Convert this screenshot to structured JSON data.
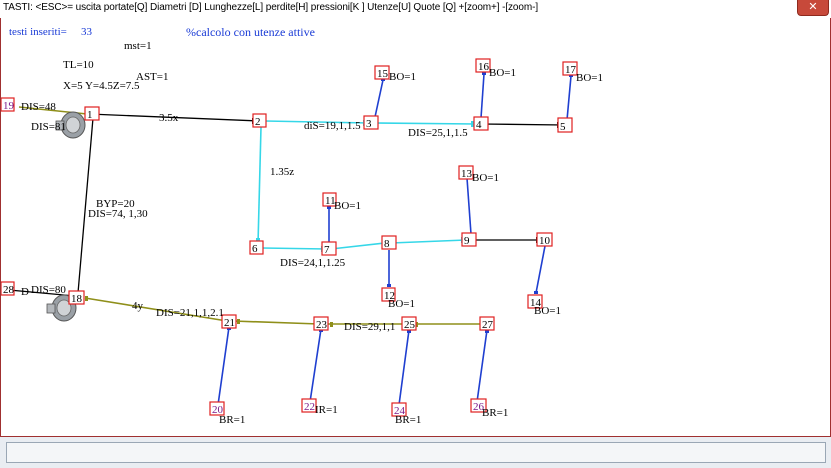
{
  "title_bar": {
    "text": "TASTI: <ESC>= uscita  portate[Q]   Diametri [D] Lunghezze[L] perdite[H] pressioni[K ]  Utenze[U]  Quote [Q] +[zoom+] -[zoom-]",
    "close_symbol": "✕"
  },
  "header": {
    "testi_label": "testi inseriti=",
    "testi_value": "33",
    "mode": "%calcolo con utenze attive"
  },
  "params": {
    "mst": "mst=1",
    "tl": "TL=10",
    "xy": "X=5   Y=4.5Z=7.5",
    "ast": "AST=1"
  },
  "nodes": [
    {
      "id": "1",
      "color": "black"
    },
    {
      "id": "2",
      "color": "black"
    },
    {
      "id": "3",
      "color": "black"
    },
    {
      "id": "4",
      "color": "black"
    },
    {
      "id": "5",
      "color": "black"
    },
    {
      "id": "6",
      "color": "black"
    },
    {
      "id": "7",
      "color": "black"
    },
    {
      "id": "8",
      "color": "black"
    },
    {
      "id": "9",
      "color": "black"
    },
    {
      "id": "10",
      "color": "black"
    },
    {
      "id": "11",
      "color": "black"
    },
    {
      "id": "12",
      "color": "black"
    },
    {
      "id": "13",
      "color": "black"
    },
    {
      "id": "14",
      "color": "black"
    },
    {
      "id": "15",
      "color": "black"
    },
    {
      "id": "16",
      "color": "black"
    },
    {
      "id": "17",
      "color": "black"
    },
    {
      "id": "18",
      "color": "black"
    },
    {
      "id": "19",
      "color": "purple"
    },
    {
      "id": "20",
      "color": "purple"
    },
    {
      "id": "21",
      "color": "black"
    },
    {
      "id": "22",
      "color": "purple"
    },
    {
      "id": "23",
      "color": "black"
    },
    {
      "id": "24",
      "color": "purple"
    },
    {
      "id": "25",
      "color": "black"
    },
    {
      "id": "26",
      "color": "purple"
    },
    {
      "id": "27",
      "color": "black"
    },
    {
      "id": "28",
      "color": "black"
    }
  ],
  "labels": {
    "dis48": "DIS=48",
    "dis81": "DIS=81",
    "len35x": "3.5x",
    "dis19": "diS=19,1,1.5",
    "dis25": "DIS=25,1,1.5",
    "len135z": "1.35z",
    "byp": "BYP=20",
    "dis74": "DIS=74, 1,30",
    "dis24": "DIS=24,1,1.25",
    "dis80": "DIS=80",
    "len4y": "4y",
    "dis21": "DIS=21,1,1,2.1",
    "dis29": "DIS=29,1,1",
    "bo": "BO=1",
    "br": "BR=1",
    "ir": "IR=1",
    "d_prefix": "D"
  },
  "colors": {
    "cyan": "#35d7e8",
    "olive": "#8f8f1a",
    "blue": "#1f3fd0",
    "node_border": "#e02020"
  }
}
